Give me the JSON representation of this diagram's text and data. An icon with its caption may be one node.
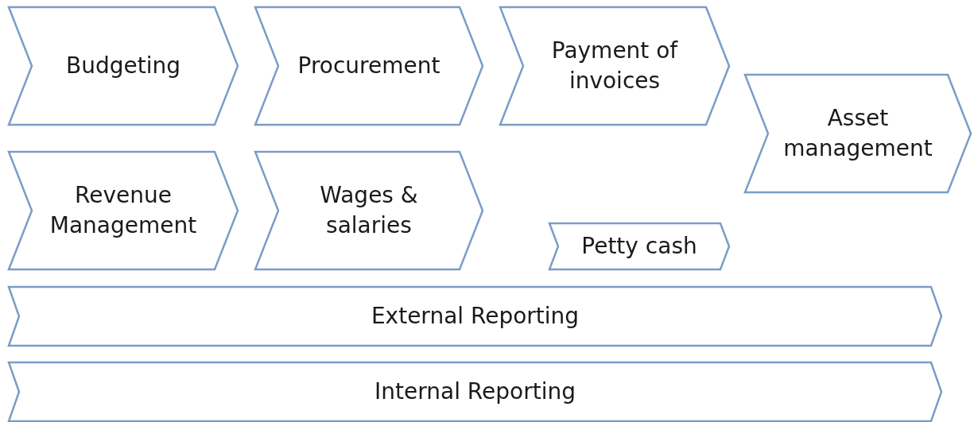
{
  "diagram": {
    "nodes": [
      {
        "text": [
          "Budgeting"
        ]
      },
      {
        "text": [
          "Procurement"
        ]
      },
      {
        "text": [
          "Payment of invoices"
        ]
      },
      {
        "text": [
          "Asset management"
        ]
      },
      {
        "text": [
          "Revenue Management"
        ]
      },
      {
        "text": [
          "Wages & salaries"
        ]
      },
      {
        "text": [
          "Petty cash"
        ]
      },
      {
        "text": [
          "External Reporting"
        ]
      },
      {
        "text": [
          "Internal Reporting"
        ]
      }
    ]
  }
}
